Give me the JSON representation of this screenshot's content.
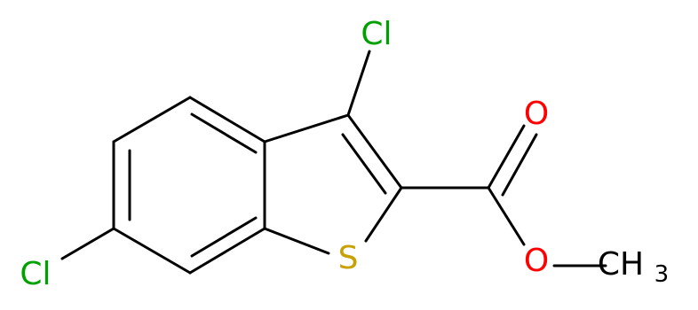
{
  "molecule": {
    "atoms": {
      "cl_top": {
        "label": "Cl",
        "color": "#00a000"
      },
      "cl_left": {
        "label": "Cl",
        "color": "#00a000"
      },
      "s_ring": {
        "label": "S",
        "color": "#c8a000"
      },
      "o_carbonyl": {
        "label": "O",
        "color": "#ff0000"
      },
      "o_ester": {
        "label": "O",
        "color": "#ff0000"
      },
      "methyl": {
        "label": "CH",
        "subscript": "3",
        "color": "#000000"
      }
    },
    "bond_color": "#000000"
  }
}
